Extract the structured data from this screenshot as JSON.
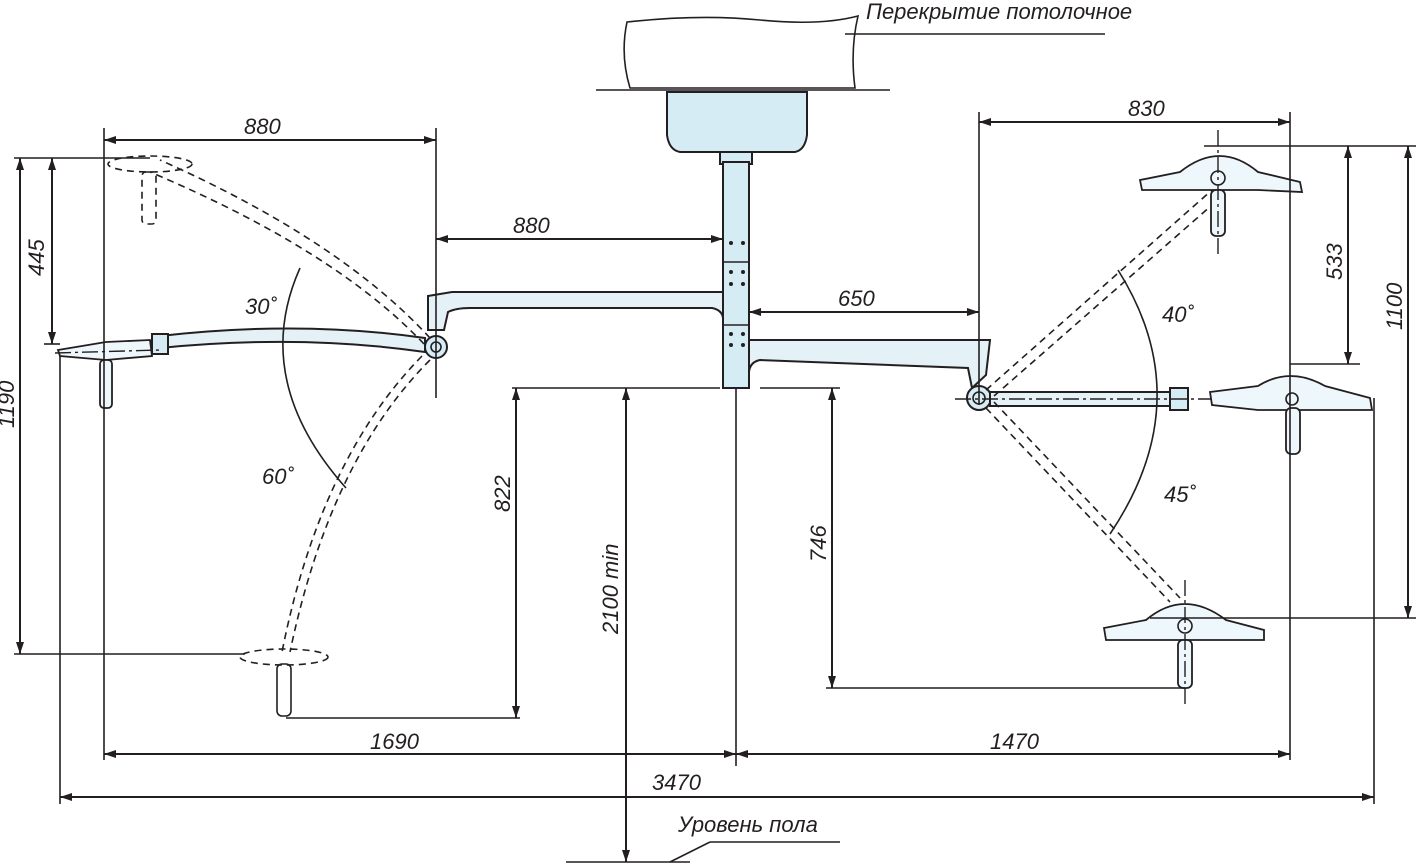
{
  "labels": {
    "ceiling": "Перекрытие потолочное",
    "floor": "Уровень пола"
  },
  "dimensions": {
    "top_left_880": "880",
    "mid_880": "880",
    "right_830": "830",
    "d_650": "650",
    "d_445": "445",
    "d_1190": "1190",
    "d_822": "822",
    "d_2100": "2100 min",
    "d_746": "746",
    "d_533": "533",
    "d_1100": "1100",
    "d_1690": "1690",
    "d_1470": "1470",
    "d_3470": "3470"
  },
  "angles": {
    "a30": "30˚",
    "a60": "60˚",
    "a40": "40˚",
    "a45": "45˚"
  }
}
